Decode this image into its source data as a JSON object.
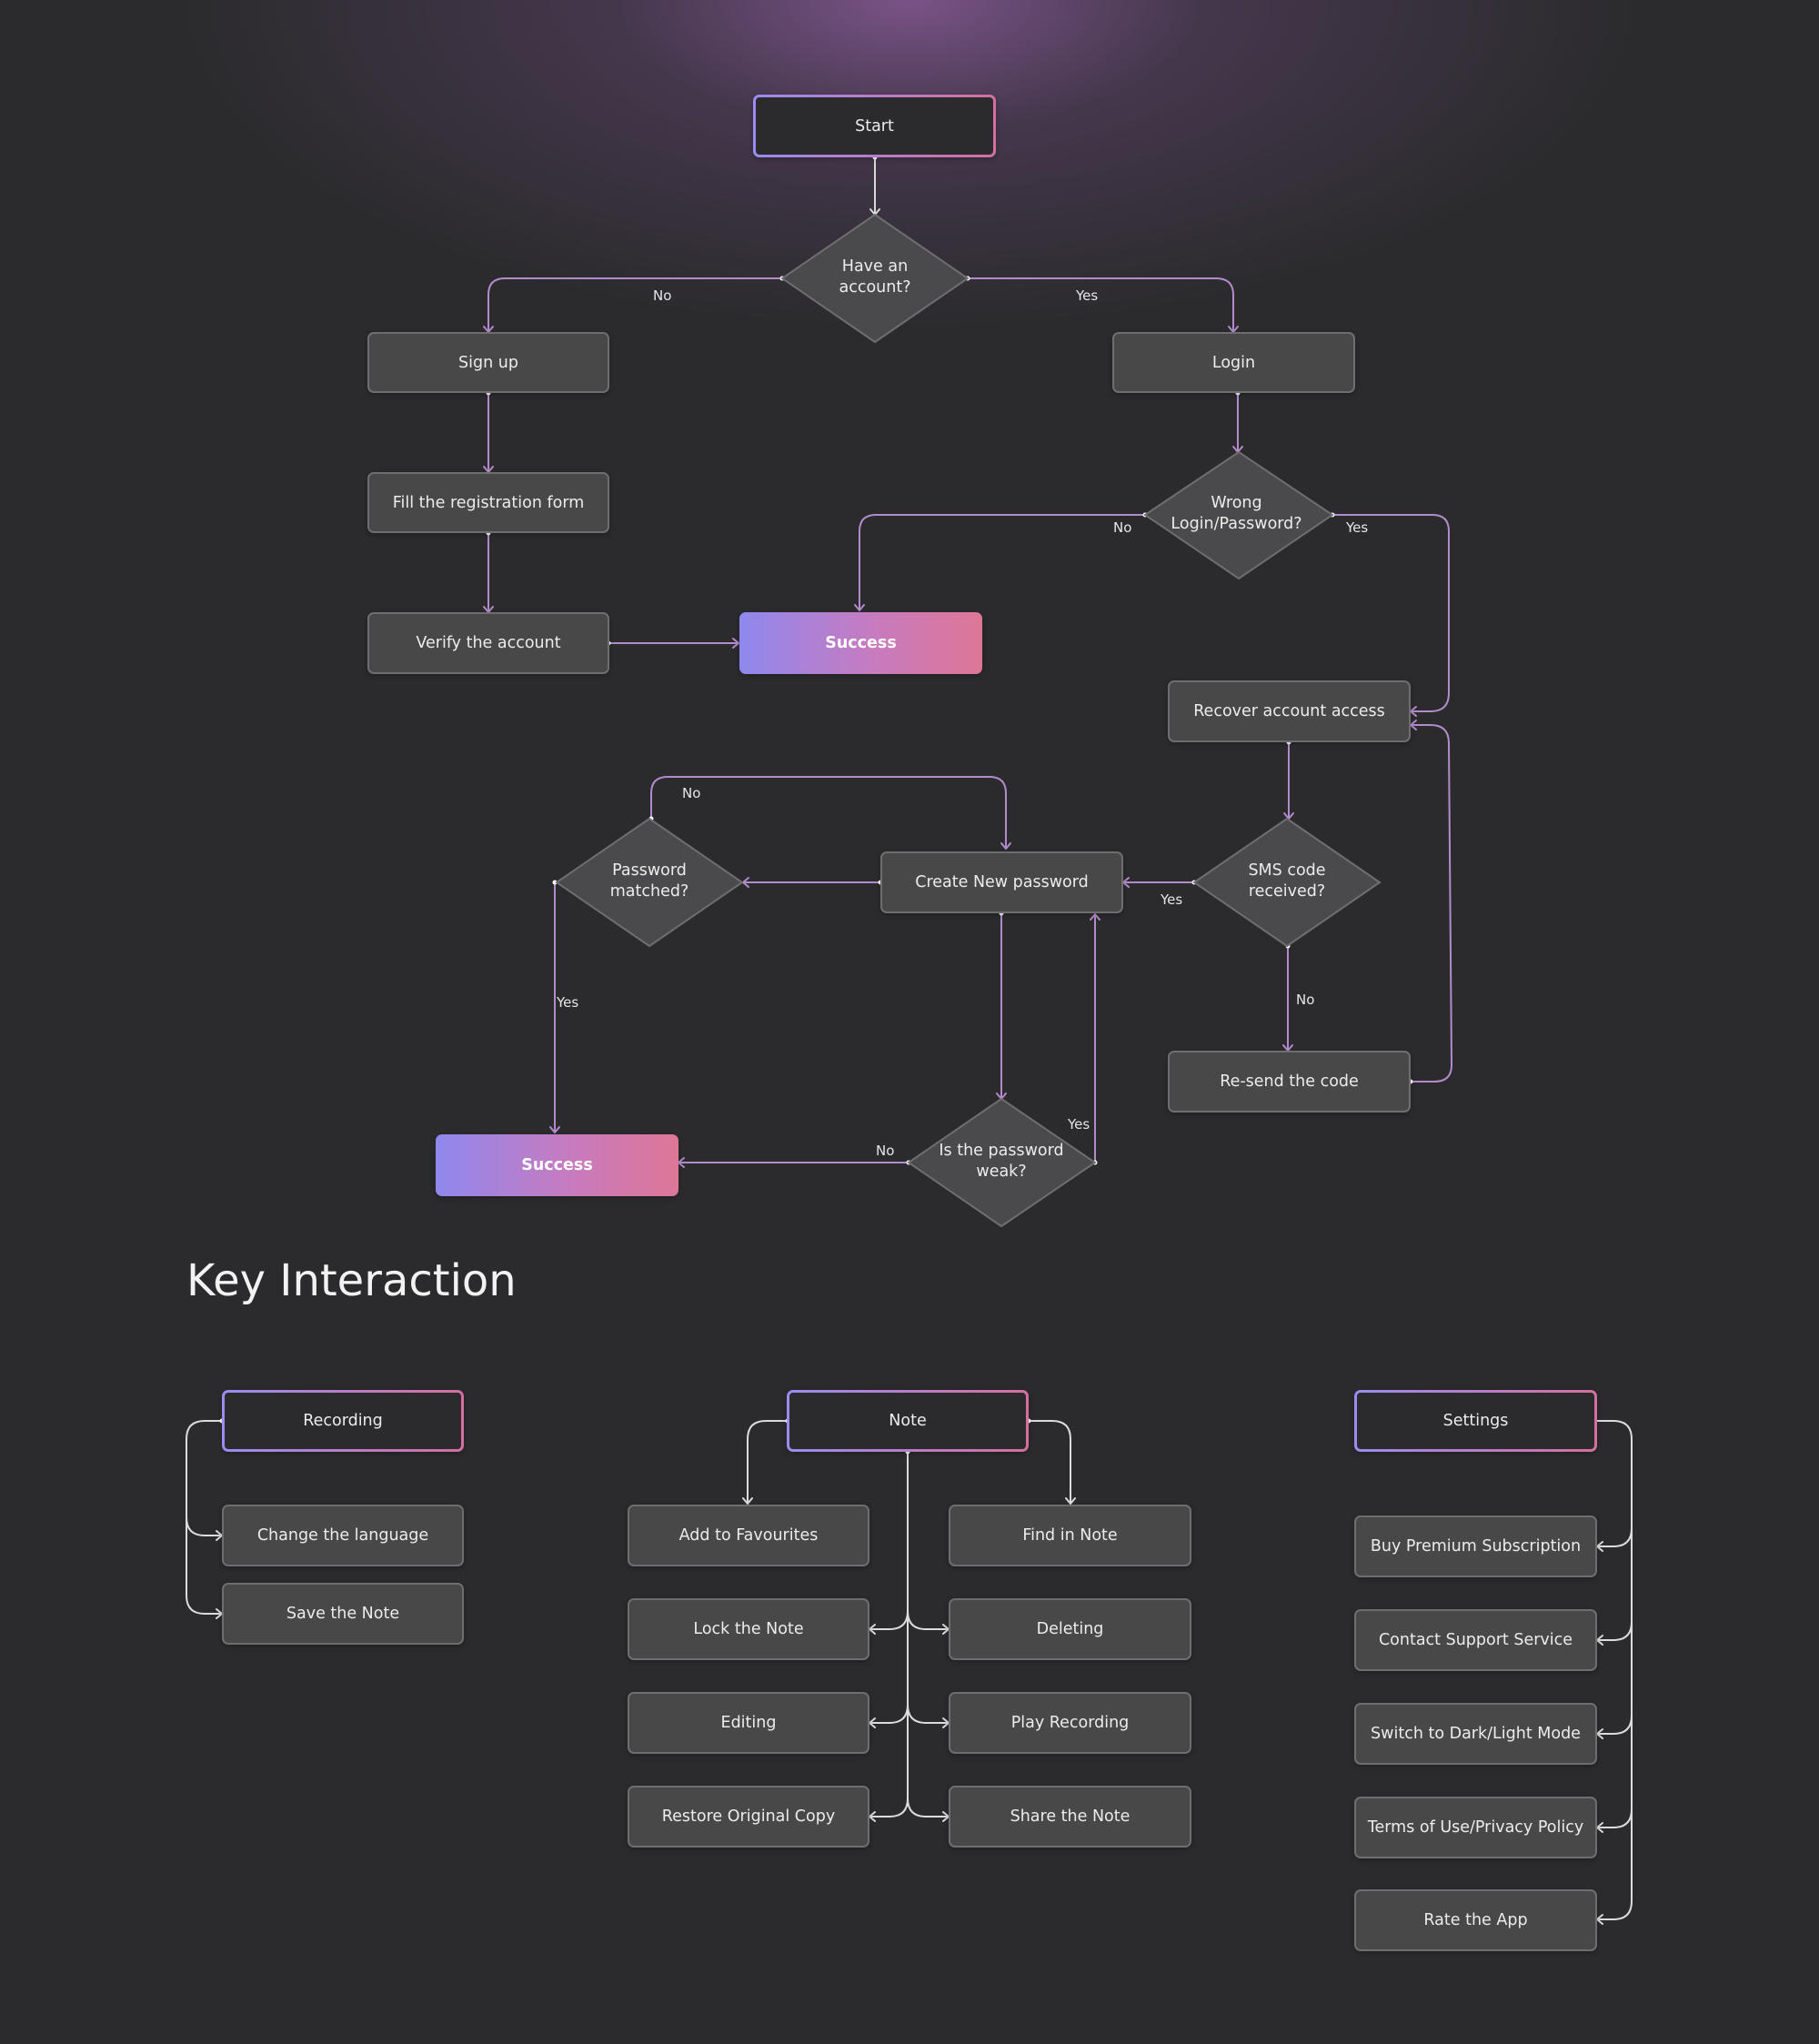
{
  "colors": {
    "background": "#2b2b2d",
    "node_fill": "#484849",
    "node_border": "#6e6e70",
    "gradient_start": "#9a8cf0",
    "gradient_end": "#d46fa0",
    "flow_line": "#b58ad0",
    "tree_line": "#dcdcdc"
  },
  "flow": {
    "start": "Start",
    "have_account": [
      "Have an",
      "account?"
    ],
    "sign_up": "Sign up",
    "login": "Login",
    "fill_form": "Fill the registration form",
    "verify": "Verify the account",
    "success_1": "Success",
    "wrong_login": [
      "Wrong",
      "Login/Password?"
    ],
    "recover": "Recover account access",
    "sms_code": [
      "SMS code",
      "received?"
    ],
    "create_password": "Create New password",
    "password_matched": [
      "Password",
      "matched?"
    ],
    "resend": "Re-send the code",
    "password_weak": [
      "Is the password",
      "weak?"
    ],
    "success_2": "Success",
    "labels": {
      "no_account": "No",
      "yes_account": "Yes",
      "no_wrong": "No",
      "yes_wrong": "Yes",
      "yes_sms": "Yes",
      "no_sms": "No",
      "no_matched": "No",
      "yes_matched": "Yes",
      "yes_weak": "Yes",
      "no_weak": "No"
    }
  },
  "key_interaction": {
    "title": "Key Interaction",
    "recording": {
      "label": "Recording",
      "items": [
        "Change the language",
        "Save the Note"
      ]
    },
    "note": {
      "label": "Note",
      "left_items": [
        "Add to Favourites",
        "Lock the Note",
        "Editing",
        "Restore Original Copy"
      ],
      "right_items": [
        "Find in Note",
        "Deleting",
        "Play Recording",
        "Share the Note"
      ]
    },
    "settings": {
      "label": "Settings",
      "items": [
        "Buy Premium Subscription",
        "Contact Support Service",
        "Switch to Dark/Light Mode",
        "Terms of Use/Privacy Policy",
        "Rate the App"
      ]
    }
  }
}
